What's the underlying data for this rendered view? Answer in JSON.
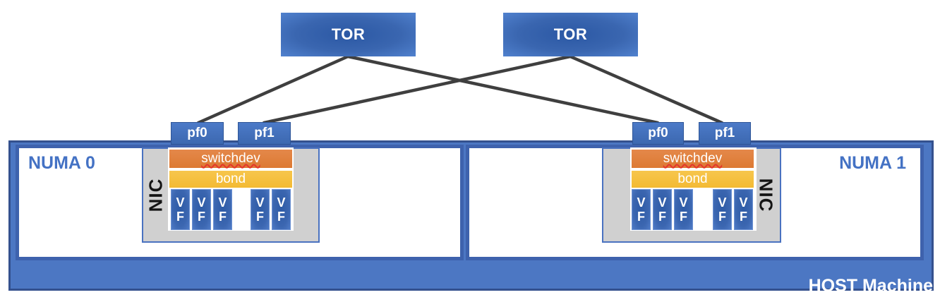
{
  "colors": {
    "tor_blue": "#4472C4",
    "host_fill": "#4C77C3",
    "host_border": "#34518E",
    "numa_border": "#3E62AD",
    "numa_text": "#4472C4",
    "nic_fill": "#D0D0D0",
    "nic_border": "#4A72C0",
    "switchdev_orange": "#DD7A33",
    "bond_yellow": "#F3BA33",
    "vf_blue": "#2E5BA6",
    "link_line": "#3F3F3F",
    "spellcheck_underline": "#E5352B"
  },
  "tors": [
    {
      "label": "TOR"
    },
    {
      "label": "TOR"
    }
  ],
  "links": [
    {
      "from": "tor-left",
      "to": "numa0-pf0"
    },
    {
      "from": "tor-left",
      "to": "numa1-pf0"
    },
    {
      "from": "tor-right",
      "to": "numa0-pf1"
    },
    {
      "from": "tor-right",
      "to": "numa1-pf1"
    }
  ],
  "host": {
    "label": "HOST Machine"
  },
  "numa": [
    {
      "label": "NUMA 0",
      "nic": {
        "label": "NIC",
        "ports": [
          {
            "label": "pf0"
          },
          {
            "label": "pf1"
          }
        ],
        "layers": [
          {
            "label": "switchdev"
          },
          {
            "label": "bond"
          }
        ],
        "vf_groups": [
          {
            "vfs": [
              {
                "label": "VF"
              },
              {
                "label": "VF"
              },
              {
                "label": "VF"
              }
            ]
          },
          {
            "vfs": [
              {
                "label": "VF"
              },
              {
                "label": "VF"
              }
            ]
          }
        ]
      }
    },
    {
      "label": "NUMA 1",
      "nic": {
        "label": "NIC",
        "ports": [
          {
            "label": "pf0"
          },
          {
            "label": "pf1"
          }
        ],
        "layers": [
          {
            "label": "switchdev"
          },
          {
            "label": "bond"
          }
        ],
        "vf_groups": [
          {
            "vfs": [
              {
                "label": "VF"
              },
              {
                "label": "VF"
              },
              {
                "label": "VF"
              }
            ]
          },
          {
            "vfs": [
              {
                "label": "VF"
              },
              {
                "label": "VF"
              }
            ]
          }
        ]
      }
    }
  ]
}
